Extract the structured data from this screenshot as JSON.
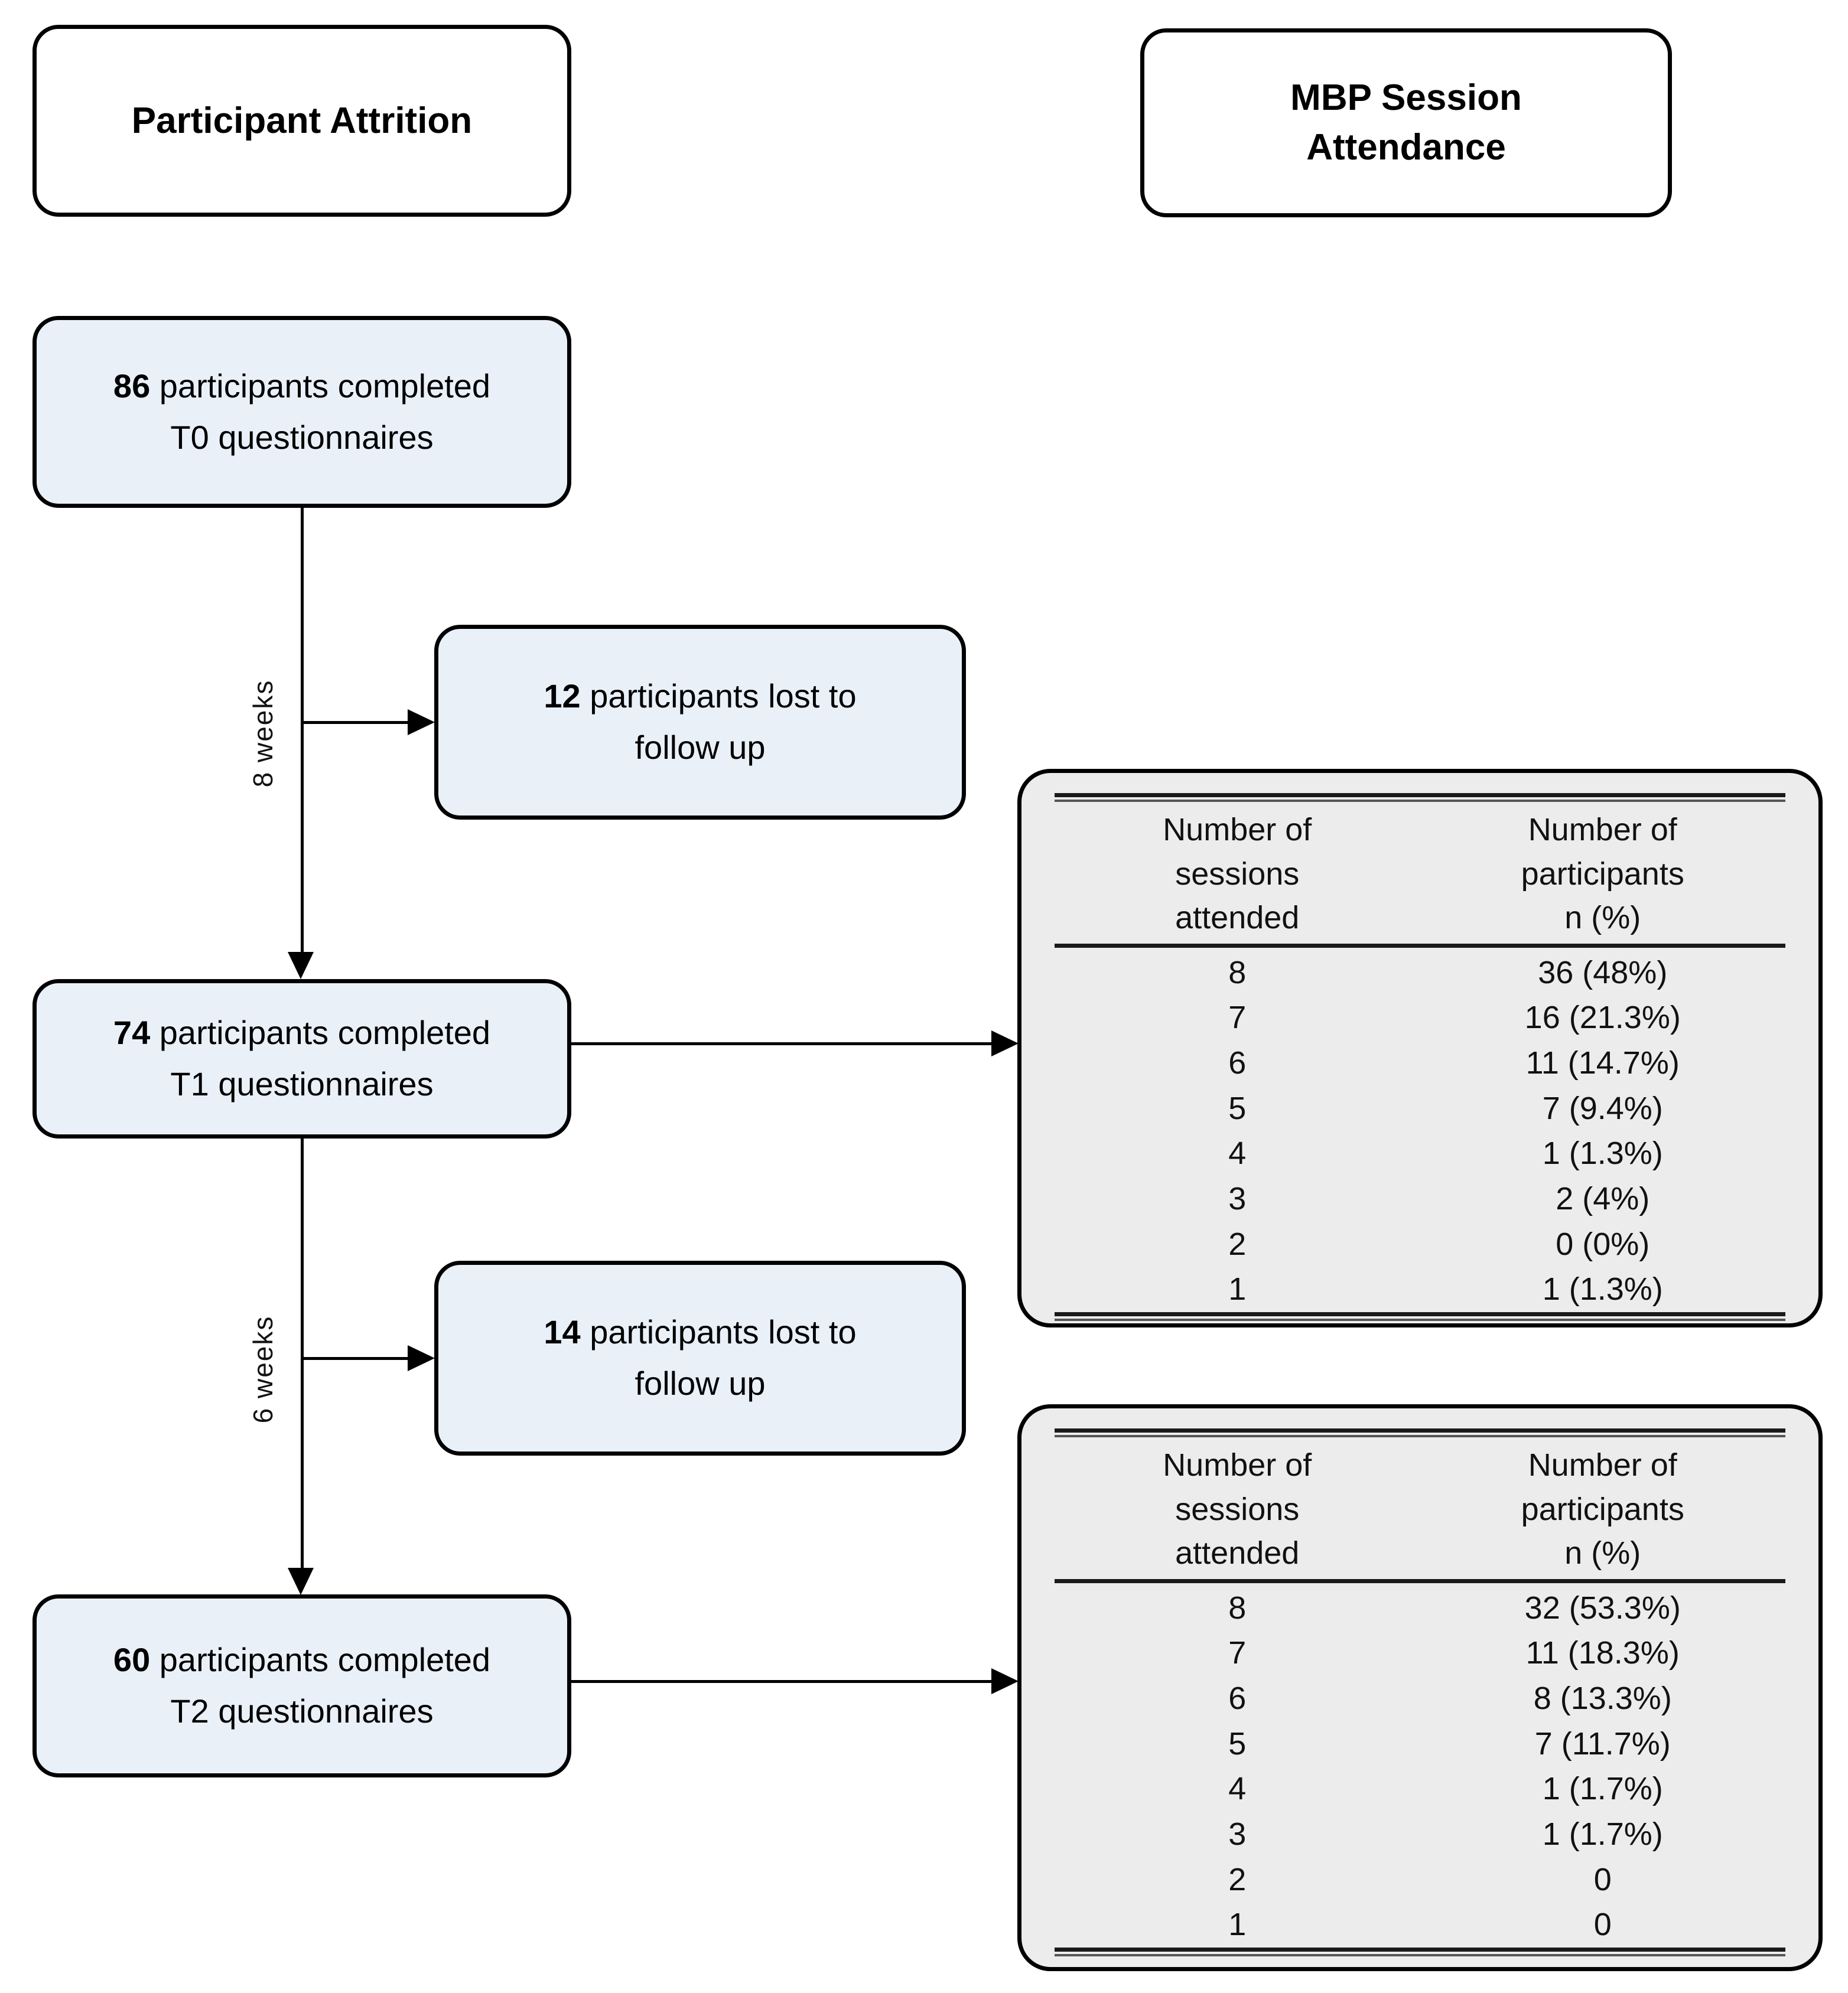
{
  "headers": {
    "left_title": "Participant Attrition",
    "right_title_line1": "MBP Session",
    "right_title_line2": "Attendance"
  },
  "flow": {
    "t0": {
      "count": "86",
      "rest": " participants completed",
      "line2": "T0 questionnaires"
    },
    "lost1": {
      "count": "12",
      "rest": " participants lost to",
      "line2": "follow up"
    },
    "t1": {
      "count": "74",
      "rest": " participants completed",
      "line2": "T1 questionnaires"
    },
    "lost2": {
      "count": "14",
      "rest": " participants lost to",
      "line2": "follow up"
    },
    "t2": {
      "count": "60",
      "rest": " participants completed",
      "line2": "T2 questionnaires"
    },
    "interval1": "8 weeks",
    "interval2": "6 weeks"
  },
  "chart_data": [
    {
      "type": "table",
      "title": "MBP Session Attendance – T1",
      "columns": [
        "Number of sessions attended",
        "Number of participants n (%)"
      ],
      "col_header_lines": [
        [
          "Number of",
          "sessions",
          "attended"
        ],
        [
          "Number of",
          "participants",
          "n (%)"
        ]
      ],
      "categories": [
        8,
        7,
        6,
        5,
        4,
        3,
        2,
        1
      ],
      "values": [
        36,
        16,
        11,
        7,
        1,
        2,
        0,
        1
      ],
      "percents": [
        "48%",
        "21.3%",
        "14.7%",
        "9.4%",
        "1.3%",
        "4%",
        "0%",
        "1.3%"
      ],
      "rows": [
        {
          "sessions": "8",
          "participants": "36 (48%)"
        },
        {
          "sessions": "7",
          "participants": "16 (21.3%)"
        },
        {
          "sessions": "6",
          "participants": "11 (14.7%)"
        },
        {
          "sessions": "5",
          "participants": "7 (9.4%)"
        },
        {
          "sessions": "4",
          "participants": "1 (1.3%)"
        },
        {
          "sessions": "3",
          "participants": "2 (4%)"
        },
        {
          "sessions": "2",
          "participants": "0 (0%)"
        },
        {
          "sessions": "1",
          "participants": "1 (1.3%)"
        }
      ]
    },
    {
      "type": "table",
      "title": "MBP Session Attendance – T2",
      "columns": [
        "Number of sessions attended",
        "Number of participants n (%)"
      ],
      "col_header_lines": [
        [
          "Number of",
          "sessions",
          "attended"
        ],
        [
          "Number of",
          "participants",
          "n (%)"
        ]
      ],
      "categories": [
        8,
        7,
        6,
        5,
        4,
        3,
        2,
        1
      ],
      "values": [
        32,
        11,
        8,
        7,
        1,
        1,
        0,
        0
      ],
      "percents": [
        "53.3%",
        "18.3%",
        "13.3%",
        "11.7%",
        "1.7%",
        "1.7%",
        "",
        ""
      ],
      "rows": [
        {
          "sessions": "8",
          "participants": "32 (53.3%)"
        },
        {
          "sessions": "7",
          "participants": "11 (18.3%)"
        },
        {
          "sessions": "6",
          "participants": "8 (13.3%)"
        },
        {
          "sessions": "5",
          "participants": "7 (11.7%)"
        },
        {
          "sessions": "4",
          "participants": "1 (1.7%)"
        },
        {
          "sessions": "3",
          "participants": "1 (1.7%)"
        },
        {
          "sessions": "2",
          "participants": "0"
        },
        {
          "sessions": "1",
          "participants": "0"
        }
      ]
    }
  ],
  "colors": {
    "box_fill_blue": "#e9f0f8",
    "box_fill_grey": "#ececec",
    "box_fill_white": "#ffffff",
    "stroke": "#000000"
  }
}
